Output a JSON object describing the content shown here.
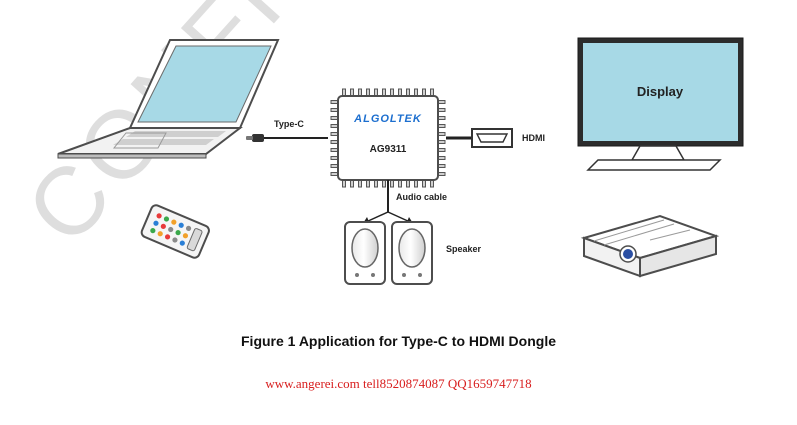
{
  "watermark": "CONFIDENTIAL",
  "chip": {
    "brand": "ALGOLTEK",
    "model": "AG9311"
  },
  "labels": {
    "type_c": "Type-C",
    "hdmi": "HDMI",
    "audio_cable": "Audio cable",
    "speaker": "Speaker",
    "display": "Display"
  },
  "caption": "Figure 1 Application for Type-C to HDMI Dongle",
  "footer": "www.angerei.com tell8520874087 QQ1659747718",
  "colors": {
    "screen": "#a7d9e6",
    "chip_brand": "#1d6fcf",
    "footer_text": "#d81e1e",
    "projector_lens": "#2b4fa3"
  }
}
